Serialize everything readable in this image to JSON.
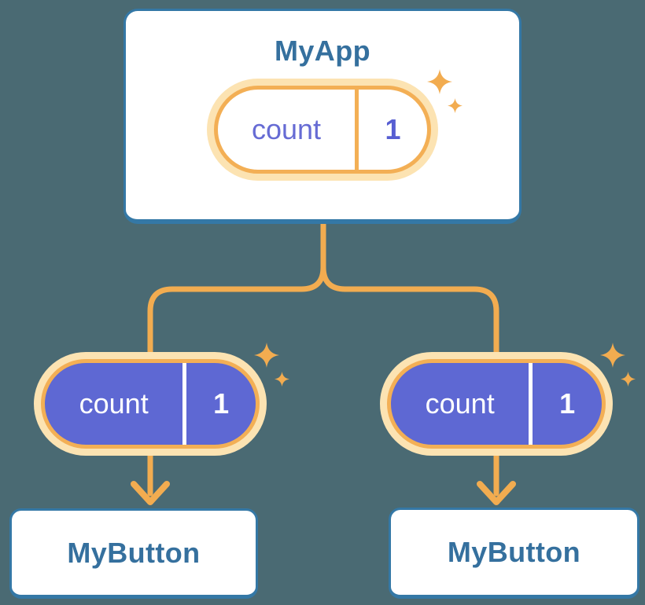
{
  "tree": {
    "root": {
      "name": "MyApp",
      "state": {
        "label": "count",
        "value": "1"
      }
    },
    "children": [
      {
        "name": "MyButton",
        "prop": {
          "label": "count",
          "value": "1"
        }
      },
      {
        "name": "MyButton",
        "prop": {
          "label": "count",
          "value": "1"
        }
      }
    ]
  },
  "icons": {
    "sparkle": "sparkle-icon",
    "arrowhead": "arrow-down-icon"
  },
  "colors": {
    "background": "#4A6A73",
    "card_fill": "#FFFFFF",
    "card_border": "#3478A6",
    "title_text": "#35709E",
    "connector": "#F2AC50",
    "pill_outer_ring": "#FCE3B2",
    "pill_stroke": "#F3AF55",
    "pill_purple_fill": "#5E68D3",
    "state_label_text": "#666BD4",
    "state_value_text": "#575ED2",
    "sparkle": "#F2AC50"
  }
}
